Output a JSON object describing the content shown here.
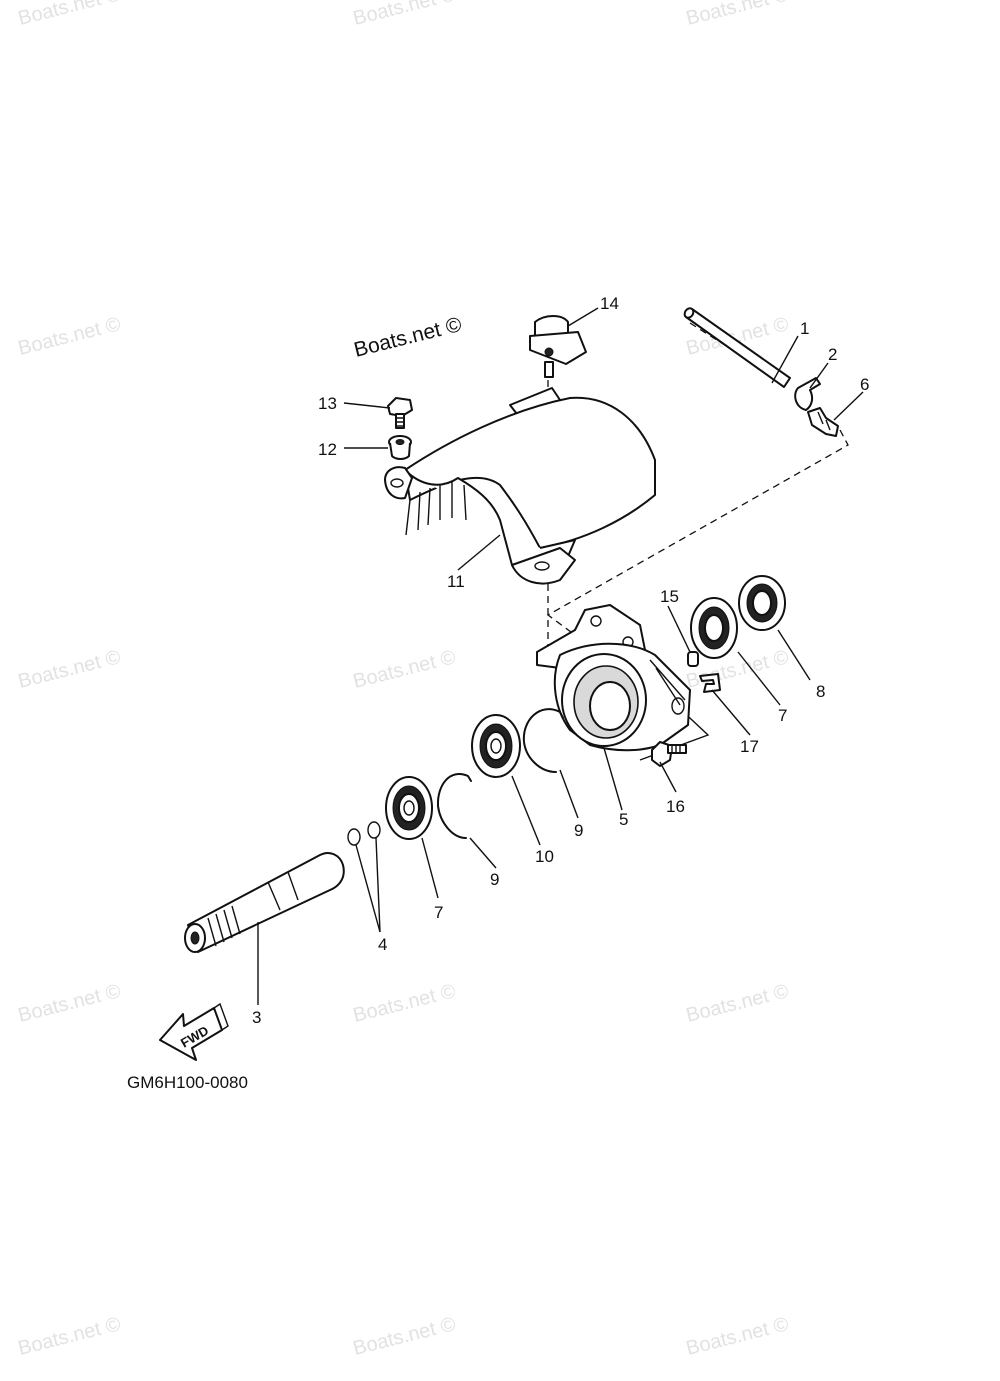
{
  "watermark_text": "Boats.net ©",
  "diagram_credit": "Boats.net ©",
  "diagram_code": "GM6H100-0080",
  "direction_label": "FWD",
  "callouts": [
    "1",
    "2",
    "3",
    "4",
    "5",
    "6",
    "7",
    "7",
    "8",
    "9",
    "9",
    "10",
    "11",
    "12",
    "13",
    "14",
    "15",
    "16",
    "17"
  ]
}
